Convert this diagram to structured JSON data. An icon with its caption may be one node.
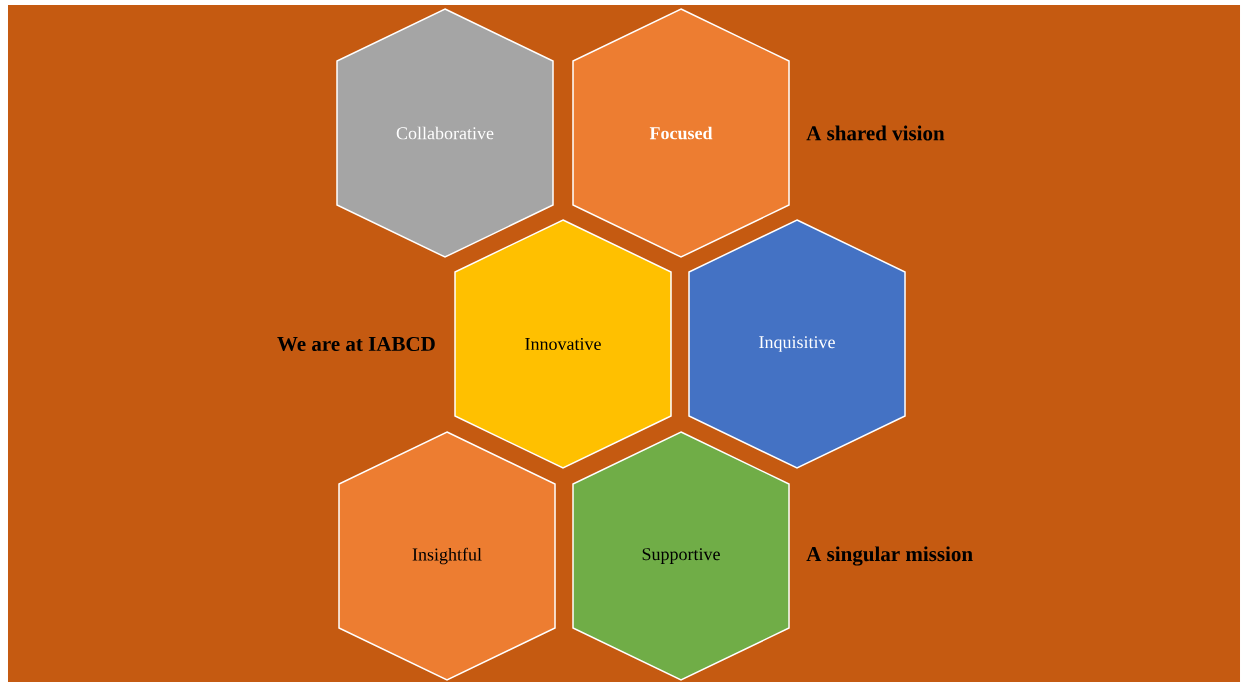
{
  "diagram": {
    "nodes": [
      {
        "text": [
          "Collaborative"
        ]
      },
      {
        "text": [
          "Focused"
        ]
      },
      {
        "text": [
          "Innovative"
        ]
      },
      {
        "text": [
          "Inquisitive"
        ]
      },
      {
        "text": [
          "Insightful"
        ]
      },
      {
        "text": [
          "Supportive"
        ]
      }
    ],
    "labels": [
      "A shared vision",
      "We are at IABCD",
      "A singular mission"
    ]
  }
}
